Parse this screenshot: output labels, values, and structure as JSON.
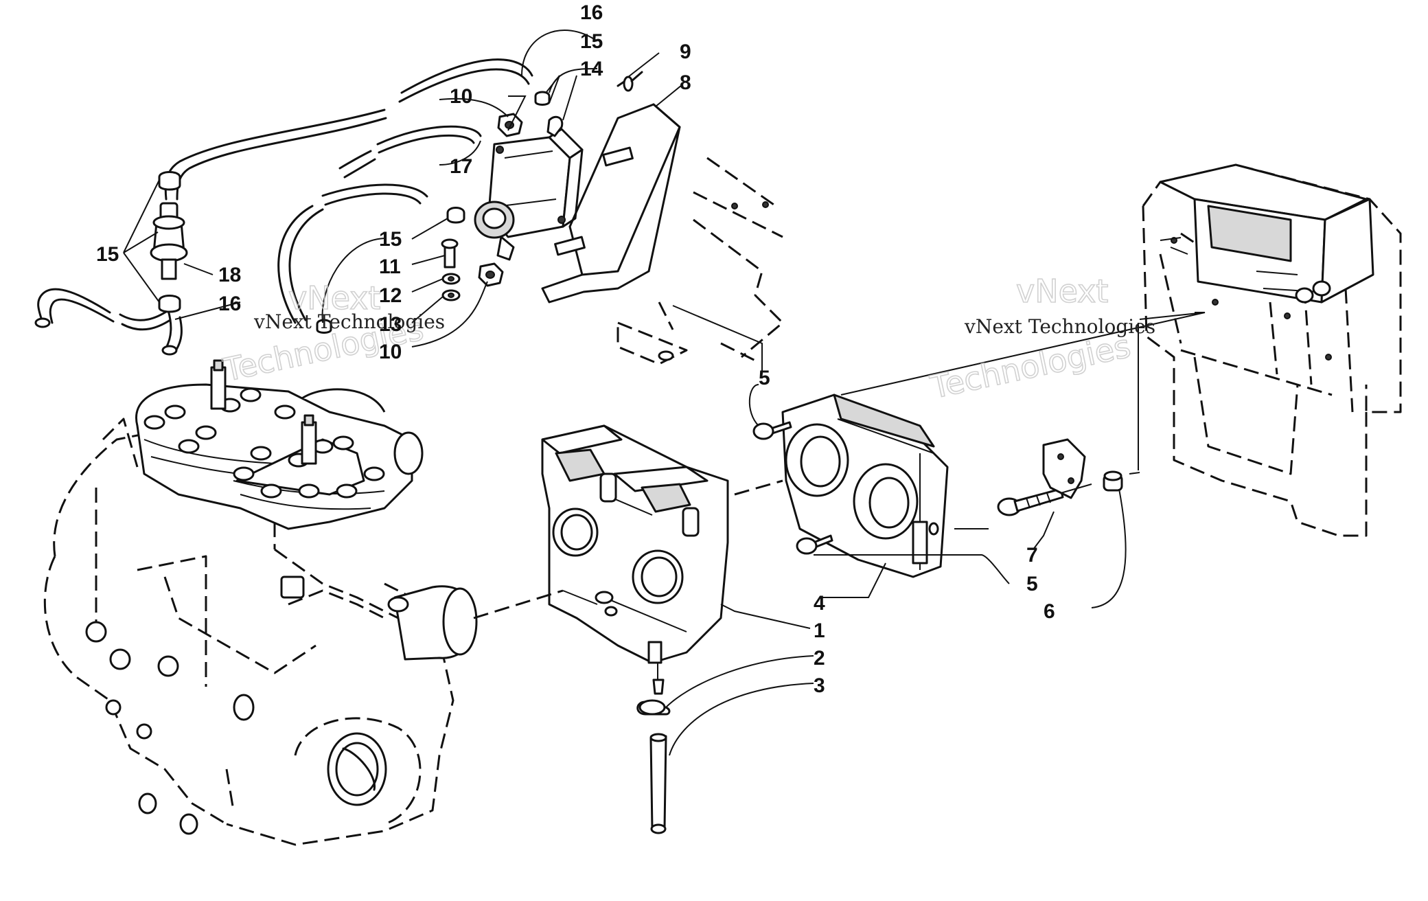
{
  "watermarks": {
    "brand": "vNext",
    "company": "Technologies",
    "full": "vNext Technologies"
  },
  "callouts": [
    {
      "id": "c1",
      "label": "1"
    },
    {
      "id": "c2",
      "label": "2"
    },
    {
      "id": "c3",
      "label": "3"
    },
    {
      "id": "c4",
      "label": "4"
    },
    {
      "id": "c5a",
      "label": "5"
    },
    {
      "id": "c5b",
      "label": "5"
    },
    {
      "id": "c6",
      "label": "6"
    },
    {
      "id": "c7",
      "label": "7"
    },
    {
      "id": "c8",
      "label": "8"
    },
    {
      "id": "c9",
      "label": "9"
    },
    {
      "id": "c10a",
      "label": "10"
    },
    {
      "id": "c10b",
      "label": "10"
    },
    {
      "id": "c11",
      "label": "11"
    },
    {
      "id": "c12",
      "label": "12"
    },
    {
      "id": "c13",
      "label": "13"
    },
    {
      "id": "c14",
      "label": "14"
    },
    {
      "id": "c15a",
      "label": "15"
    },
    {
      "id": "c15b",
      "label": "15"
    },
    {
      "id": "c15c",
      "label": "15"
    },
    {
      "id": "c16a",
      "label": "16"
    },
    {
      "id": "c16b",
      "label": "16"
    },
    {
      "id": "c17",
      "label": "17"
    },
    {
      "id": "c18",
      "label": "18"
    }
  ]
}
